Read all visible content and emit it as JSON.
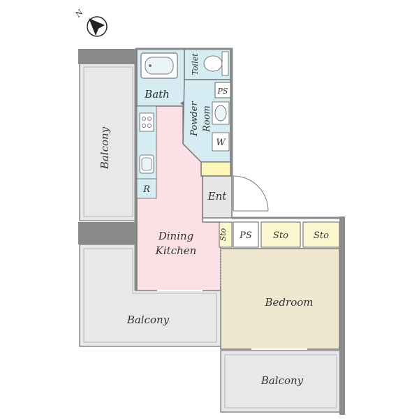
{
  "compass": {
    "label": "N",
    "icon": "north-arrow-icon"
  },
  "rooms": {
    "balcony_west": "Balcony",
    "balcony_south": "Balcony",
    "balcony_bedroom": "Balcony",
    "bath": "Bath",
    "toilet": "Toilet",
    "powder_room_line1": "Powder",
    "powder_room_line2": "Room",
    "washer": "W",
    "ps_top": "PS",
    "ps_mid": "PS",
    "refrigerator": "R",
    "entrance": "Ent",
    "dining_kitchen_line1": "Dining",
    "dining_kitchen_line2": "Kitchen",
    "storage_small": "Sto",
    "storage_1": "Sto",
    "storage_2": "Sto",
    "bedroom": "Bedroom"
  },
  "colors": {
    "balcony": "#e8e8e8",
    "wet_area": "#d6ecf3",
    "dining_kitchen": "#fbe1e6",
    "bedroom": "#efe7cf",
    "entrance": "#e6e6e6",
    "storage": "#fbf8cf",
    "hall": "#fdf6b8",
    "wall": "#8a8a8a"
  },
  "icons": [
    "bathtub-icon",
    "toilet-icon",
    "sink-icon",
    "stove-icon",
    "kitchen-sink-icon",
    "door-swing-icon"
  ]
}
